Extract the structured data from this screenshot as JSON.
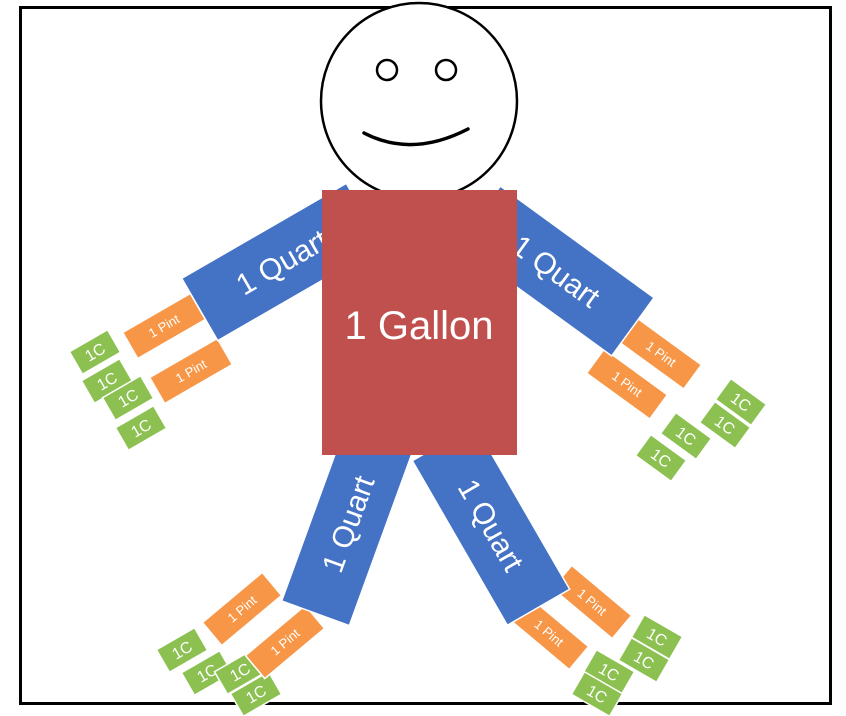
{
  "colors": {
    "torso": "#c0504d",
    "quart": "#4472c4",
    "pint": "#f79646",
    "cup": "#8cc152",
    "outline": "#000000",
    "text": "#ffffff"
  },
  "figure": {
    "torso_label": "1 Gallon",
    "quart_label": "1 Quart",
    "pint_label": "1 Pint",
    "cup_label": "1C"
  },
  "limbs": [
    {
      "name": "left-arm",
      "quart": "1 Quart",
      "pints": [
        "1 Pint",
        "1 Pint"
      ],
      "cups": [
        "1C",
        "1C",
        "1C",
        "1C"
      ]
    },
    {
      "name": "right-arm",
      "quart": "1 Quart",
      "pints": [
        "1 Pint",
        "1 Pint"
      ],
      "cups": [
        "1C",
        "1C",
        "1C",
        "1C"
      ]
    },
    {
      "name": "left-leg",
      "quart": "1 Quart",
      "pints": [
        "1 Pint",
        "1 Pint"
      ],
      "cups": [
        "1C",
        "1C",
        "1C",
        "1C"
      ]
    },
    {
      "name": "right-leg",
      "quart": "1 Quart",
      "pints": [
        "1 Pint",
        "1 Pint"
      ],
      "cups": [
        "1C",
        "1C",
        "1C",
        "1C"
      ]
    }
  ]
}
